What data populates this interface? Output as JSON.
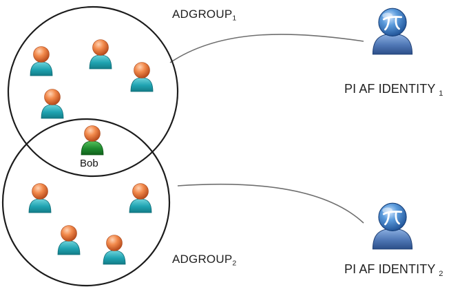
{
  "groups": [
    {
      "name": "ADGROUP",
      "subscript": "1"
    },
    {
      "name": "ADGROUP",
      "subscript": "2"
    }
  ],
  "identities": [
    {
      "name": "PI AF IDENTITY",
      "subscript": "1"
    },
    {
      "name": "PI AF IDENTITY",
      "subscript": "2"
    }
  ],
  "shared_user": {
    "name": "Bob"
  },
  "icons": {
    "member": "user-icon",
    "shared_member": "user-icon-highlighted",
    "identity": "pi-identity-icon"
  },
  "colors": {
    "circle_stroke": "#1c1c1c",
    "connector": "#6e6e6e",
    "head": "#e5763a",
    "member_body": "#24a9b6",
    "shared_body": "#1f8a2f",
    "identity_body": "#4f77b5",
    "identity_head": "#356fb6"
  }
}
